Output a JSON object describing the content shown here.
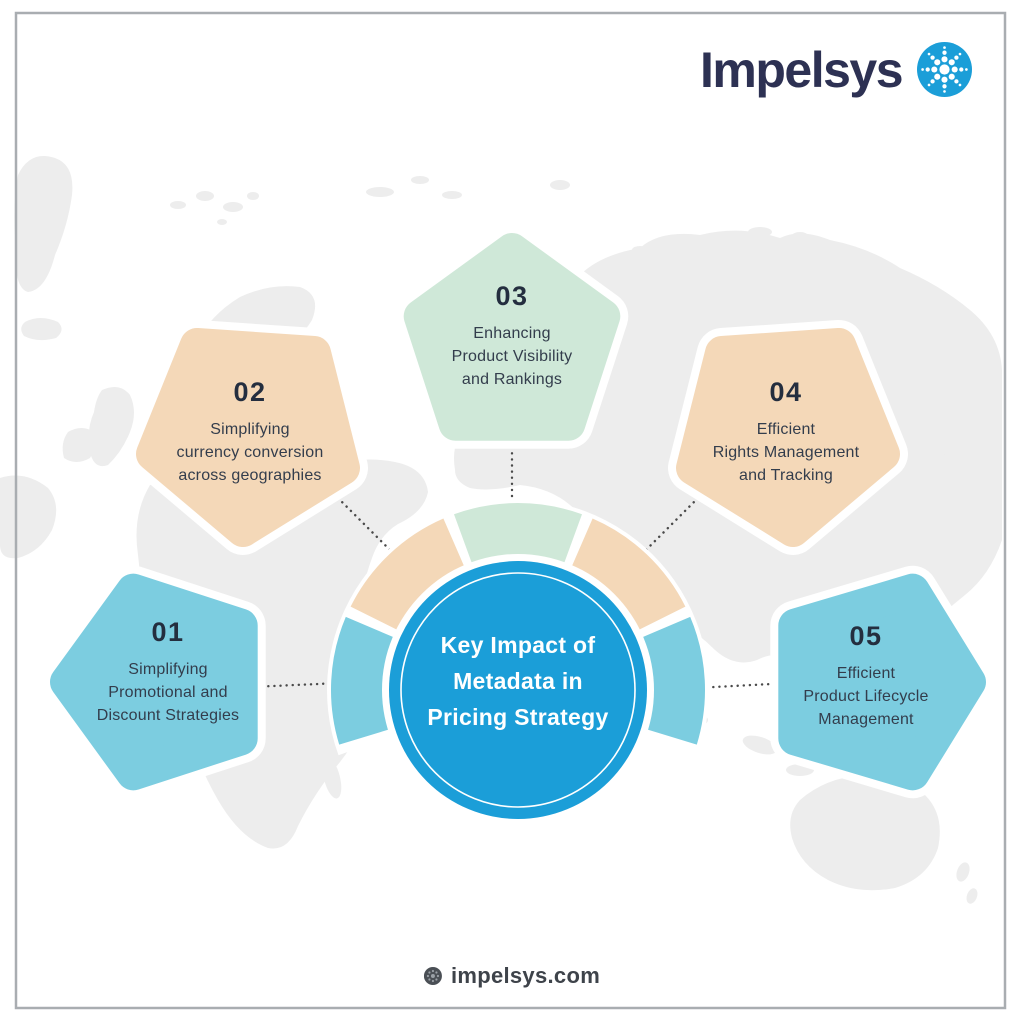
{
  "brand": {
    "logo_text": "Impelsys",
    "website": "impelsys.com"
  },
  "center": {
    "title": "Key Impact of\nMetadata in\nPricing Strategy"
  },
  "nodes": [
    {
      "number": "01",
      "label": "Simplifying\nPromotional and\nDiscount Strategies",
      "color": "#7ccde0"
    },
    {
      "number": "02",
      "label": "Simplifying\ncurrency conversion\nacross geographies",
      "color": "#f4d8b8"
    },
    {
      "number": "03",
      "label": "Enhancing\nProduct Visibility\nand Rankings",
      "color": "#cfe8d8"
    },
    {
      "number": "04",
      "label": "Efficient\nRights Management\nand Tracking",
      "color": "#f4d8b8"
    },
    {
      "number": "05",
      "label": "Efficient\nProduct Lifecycle\nManagement",
      "color": "#7ccde0"
    }
  ],
  "colors": {
    "primary": "#1b9ed8",
    "map": "#ededed",
    "frame": "#a9adb1",
    "connector": "#4a4a4a",
    "number_text": "#242e3f",
    "label_text": "#333d4c",
    "title_text": "#ffffff",
    "logo_navy": "#2d3153",
    "footer_text": "#3e434a"
  }
}
